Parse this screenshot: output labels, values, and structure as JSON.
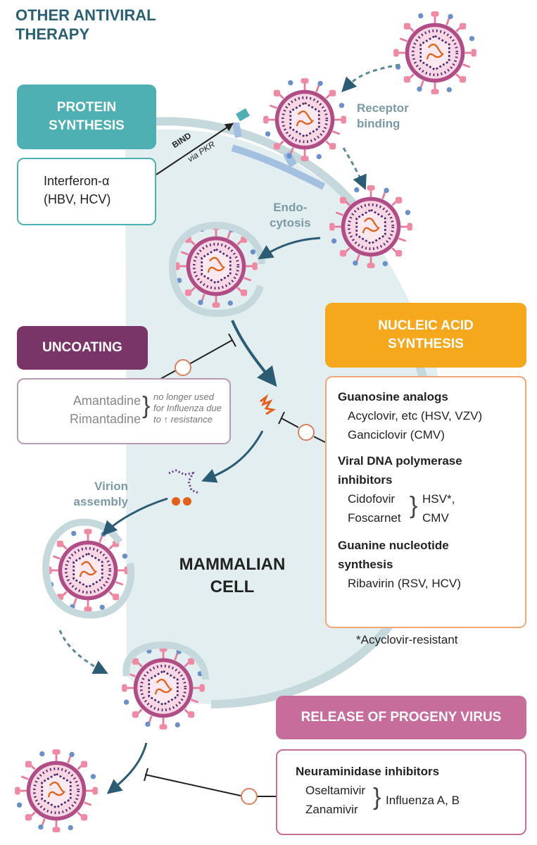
{
  "title": {
    "line1": "OTHER ANTIVIRAL",
    "line2": "THERAPY"
  },
  "protein_synthesis": {
    "header_line1": "PROTEIN",
    "header_line2": "SYNTHESIS",
    "drug_line1": "Interferon-α",
    "drug_line2": "(HBV, HCV)",
    "arrow_label": "BIND",
    "arrow_sublabel": "via PKR"
  },
  "uncoating": {
    "header": "UNCOATING",
    "drug1": "Amantadine",
    "drug2": "Rimantadine",
    "note_line1": "no longer used",
    "note_line2": "for Influenza due",
    "note_line3": "to ↑ resistance"
  },
  "nucleic_acid_synthesis": {
    "header_line1": "NUCLEIC ACID",
    "header_line2": "SYNTHESIS",
    "group1_title": "Guanosine analogs",
    "group1_item1": "Acyclovir, etc (HSV, VZV)",
    "group1_item2": "Ganciclovir (CMV)",
    "group2_title_line1": "Viral DNA polymerase",
    "group2_title_line2": "inhibitors",
    "group2_item1": "Cidofovir",
    "group2_item2": "Foscarnet",
    "group2_target1": "HSV*,",
    "group2_target2": "CMV",
    "group3_title_line1": "Guanine nucleotide",
    "group3_title_line2": "synthesis",
    "group3_item1": "Ribavirin (RSV, HCV)",
    "footnote": "*Acyclovir-resistant"
  },
  "release": {
    "header": "RELEASE OF PROGENY VIRUS",
    "group_title": "Neuraminidase inhibitors",
    "item1": "Oseltamivir",
    "item2": "Zanamivir",
    "target": "Influenza A, B"
  },
  "labels": {
    "receptor_line1": "Receptor",
    "receptor_line2": "binding",
    "endo_line1": "Endo-",
    "endo_line2": "cytosis",
    "virion_line1": "Virion",
    "virion_line2": "assembly",
    "cell_line1": "MAMMALIAN",
    "cell_line2": "CELL"
  },
  "colors": {
    "teal": "#4fb0b4",
    "purple": "#7a3568",
    "orange": "#f5a81c",
    "pink": "#c66d9b",
    "cell_fill": "#e2eef0",
    "membrane": "#c5d8dc"
  }
}
